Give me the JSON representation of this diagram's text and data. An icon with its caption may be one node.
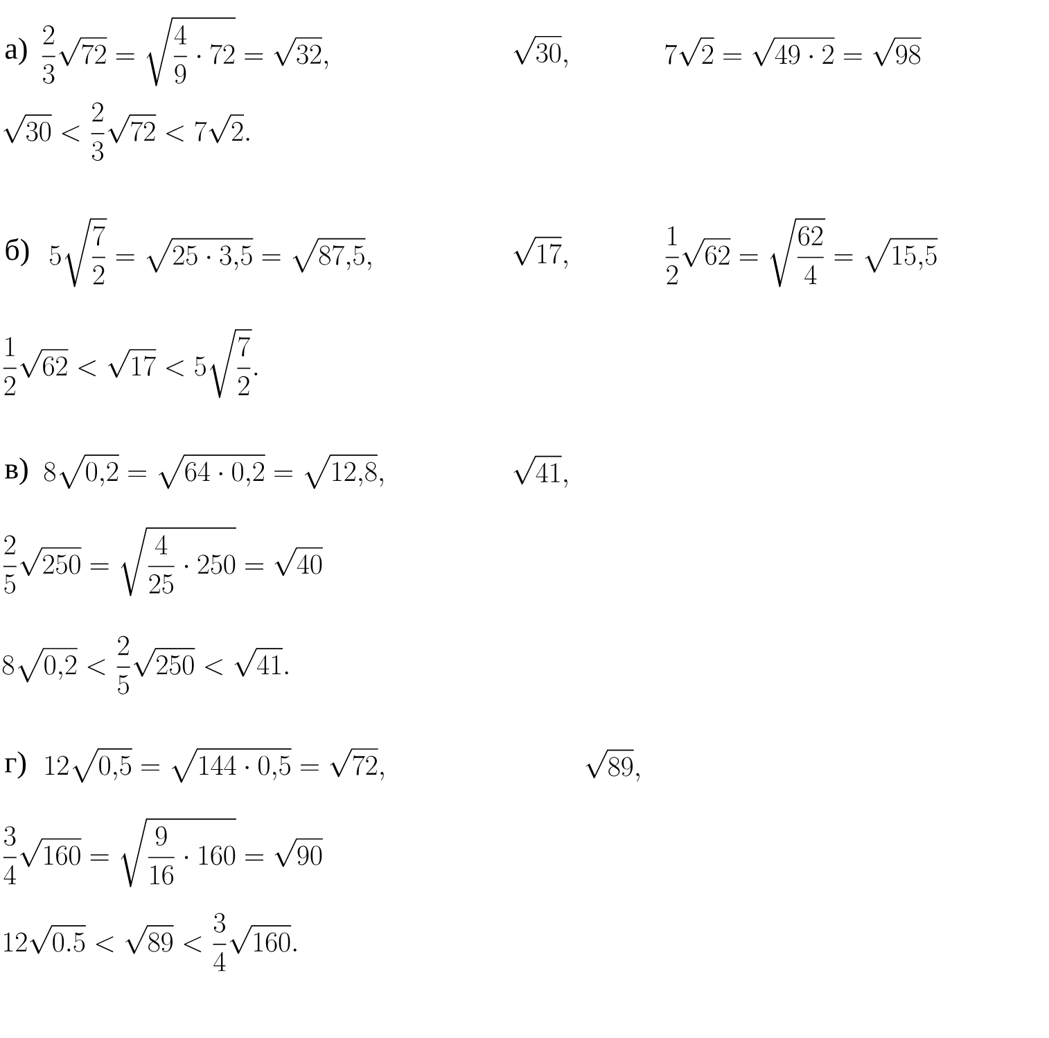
{
  "diagram": {
    "labels": [
      "а)",
      "\\frac{2}{3}\\sqrt{72}=\\sqrt{\\frac{4}{9}\\cdot 72}=\\sqrt{32},",
      "\\sqrt{30},",
      "7\\sqrt{2}=\\sqrt{49\\cdot 2}=\\sqrt{98}",
      "\\sqrt{30}<\\frac{2}{3}\\sqrt{72}<7\\sqrt{2}.",
      "б)",
      "5\\sqrt{\\frac{7}{2}}=\\sqrt{25\\cdot 3{,}5}=\\sqrt{87{,}5},",
      "\\sqrt{17},",
      "\\frac{1}{2}\\sqrt{62}=\\sqrt{\\frac{62}{4}}=\\sqrt{15{,}5}",
      "\\frac{1}{2}\\sqrt{62}<\\sqrt{17}<5\\sqrt{\\frac{7}{2}}.",
      "в)",
      "8\\sqrt{0{,}2}=\\sqrt{64\\cdot 0{,}2}=\\sqrt{12{,}8},",
      "\\sqrt{41},",
      "\\frac{2}{5}\\sqrt{250}=\\sqrt{\\frac{4}{25}\\cdot 250}=\\sqrt{40}",
      "8\\sqrt{0{,}2}<\\frac{2}{5}\\sqrt{250}<\\sqrt{41}.",
      "г)",
      "12\\sqrt{0{,}5}=\\sqrt{144\\cdot 0{,}5}=\\sqrt{72},",
      "\\sqrt{89},",
      "\\frac{3}{4}\\sqrt{160}=\\sqrt{\\frac{9}{16}\\cdot 160}=\\sqrt{90}",
      "12\\sqrt{0.5}<\\sqrt{89}<\\frac{3}{4}\\sqrt{160}."
    ]
  }
}
